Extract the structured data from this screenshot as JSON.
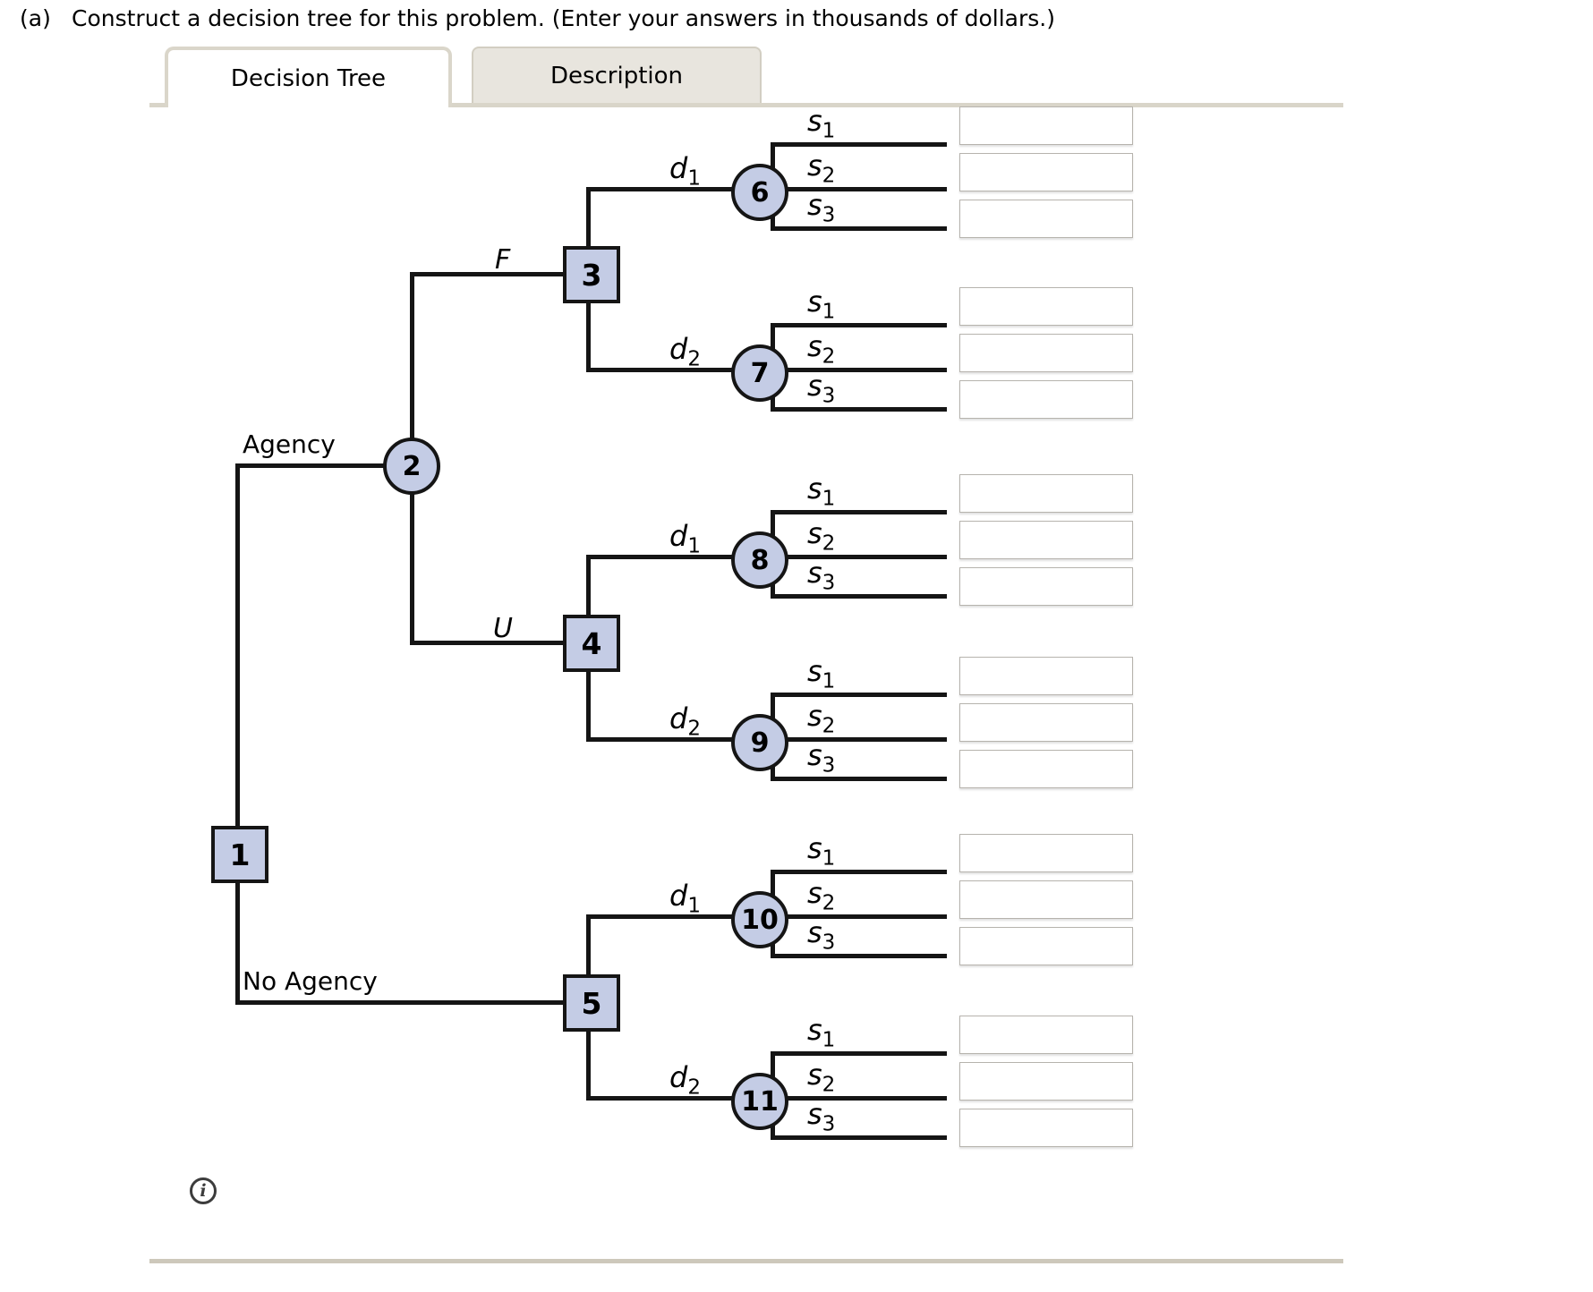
{
  "title": {
    "part_label": "(a)",
    "text": "Construct a decision tree for this problem. (Enter your answers in thousands of dollars.)"
  },
  "tabs": {
    "decision_tree": "Decision Tree",
    "description": "Description"
  },
  "tree": {
    "decision_nodes": {
      "n1": "1",
      "n3": "3",
      "n4": "4",
      "n5": "5"
    },
    "chance_nodes": {
      "n2": "2",
      "n6": "6",
      "n7": "7",
      "n8": "8",
      "n9": "9",
      "n10": "10",
      "n11": "11"
    },
    "branches": {
      "agency": "Agency",
      "no_agency": "No Agency",
      "f": "F",
      "u": "U",
      "d": "d",
      "s": "s",
      "sub1": "1",
      "sub2": "2",
      "sub3": "3"
    }
  },
  "answers": {
    "value": ""
  },
  "info_button": {
    "glyph": "i"
  }
}
